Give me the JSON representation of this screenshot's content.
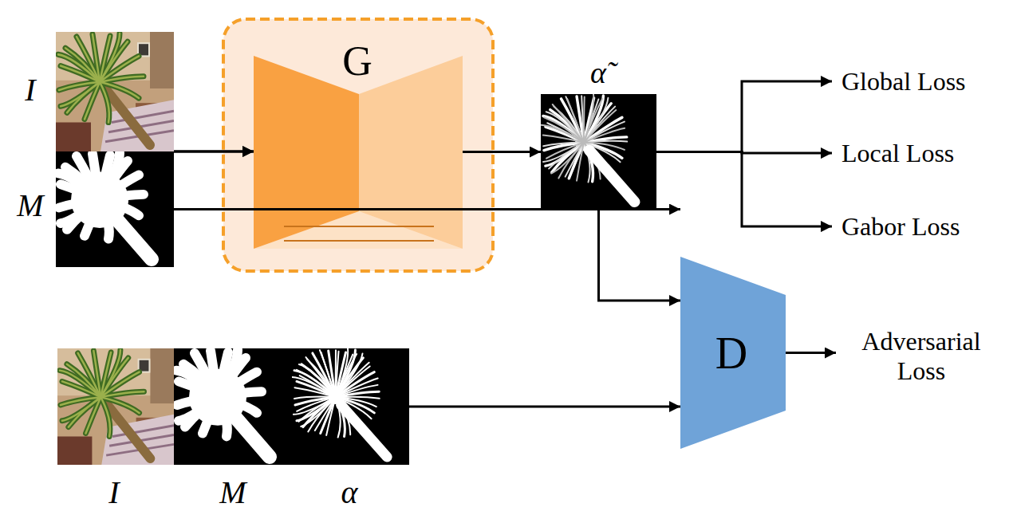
{
  "diagram": {
    "nodes": [
      {
        "text": [
          "I"
        ]
      },
      {
        "text": [
          "M"
        ]
      },
      {
        "text": [
          "G"
        ]
      },
      {
        "text": [
          "α̃"
        ]
      },
      {
        "text": [
          "Global Loss"
        ]
      },
      {
        "text": [
          "Local Loss"
        ]
      },
      {
        "text": [
          "Gabor Loss"
        ]
      },
      {
        "text": [
          "D"
        ]
      },
      {
        "text": [
          "Adversarial Loss"
        ]
      },
      {
        "text": [
          "I"
        ]
      },
      {
        "text": [
          "M"
        ]
      },
      {
        "text": [
          "α"
        ]
      }
    ],
    "edges": [
      {
        "from": 0,
        "to": 2,
        "arrow": "to"
      },
      {
        "from": 1,
        "to": 2,
        "arrow": "to"
      },
      {
        "from": 2,
        "to": 3,
        "arrow": "to"
      },
      {
        "from": 3,
        "to": 4,
        "arrow": "to"
      },
      {
        "from": 3,
        "to": 5,
        "arrow": "to"
      },
      {
        "from": 3,
        "to": 6,
        "arrow": "to"
      },
      {
        "from": 1,
        "to": 7,
        "arrow": "to"
      },
      {
        "from": 3,
        "to": 7,
        "arrow": "to"
      },
      {
        "from": 11,
        "to": 7,
        "arrow": "to"
      },
      {
        "from": 7,
        "to": 8,
        "arrow": "to"
      }
    ]
  }
}
